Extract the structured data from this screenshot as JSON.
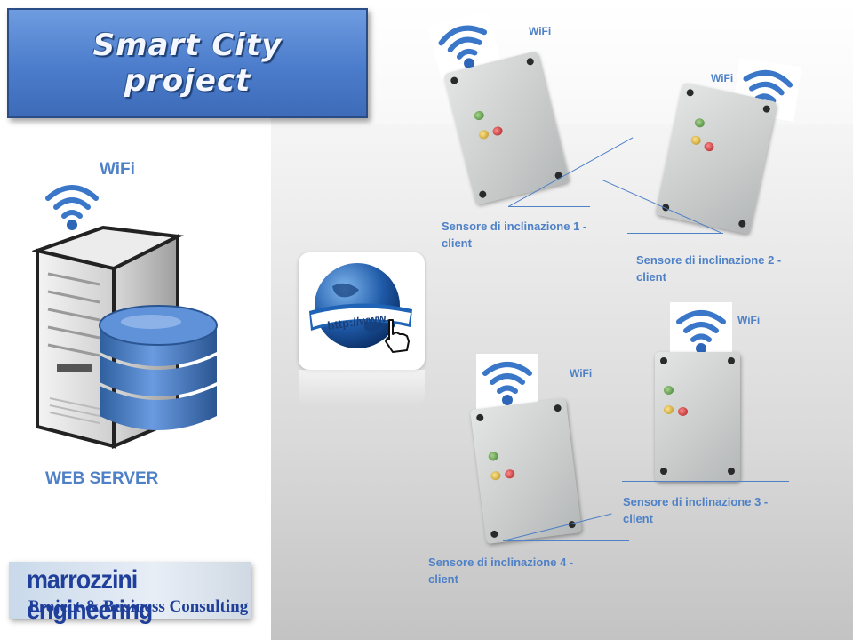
{
  "title": {
    "line1": "Smart City",
    "line2": "project"
  },
  "server": {
    "wifi_label": "WiFi",
    "label": "WEB SERVER"
  },
  "sensors": [
    {
      "label_line1": "Sensore di inclinazione 1 -",
      "label_line2": "client",
      "wifi_label": "WiFi"
    },
    {
      "label_line1": "Sensore di inclinazione 2 -",
      "label_line2": "client",
      "wifi_label": "WiFi"
    },
    {
      "label_line1": "Sensore di inclinazione 3 -",
      "label_line2": "client",
      "wifi_label": "WiFi"
    },
    {
      "label_line1": "Sensore di inclinazione 4 -",
      "label_line2": "client",
      "wifi_label": "WiFi"
    }
  ],
  "globe": {
    "url_text": "http://www."
  },
  "logo": {
    "name": "marrozzini engineering",
    "tagline": "Project & Business Consulting"
  },
  "colors": {
    "accent": "#4f81c7",
    "title_bg": "#4b7ccb",
    "logo_text": "#1f3f9a"
  },
  "icons": {
    "wifi": "wifi-icon",
    "server": "server-icon",
    "database": "database-icon",
    "globe": "globe-icon",
    "hand": "hand-pointer-icon"
  }
}
